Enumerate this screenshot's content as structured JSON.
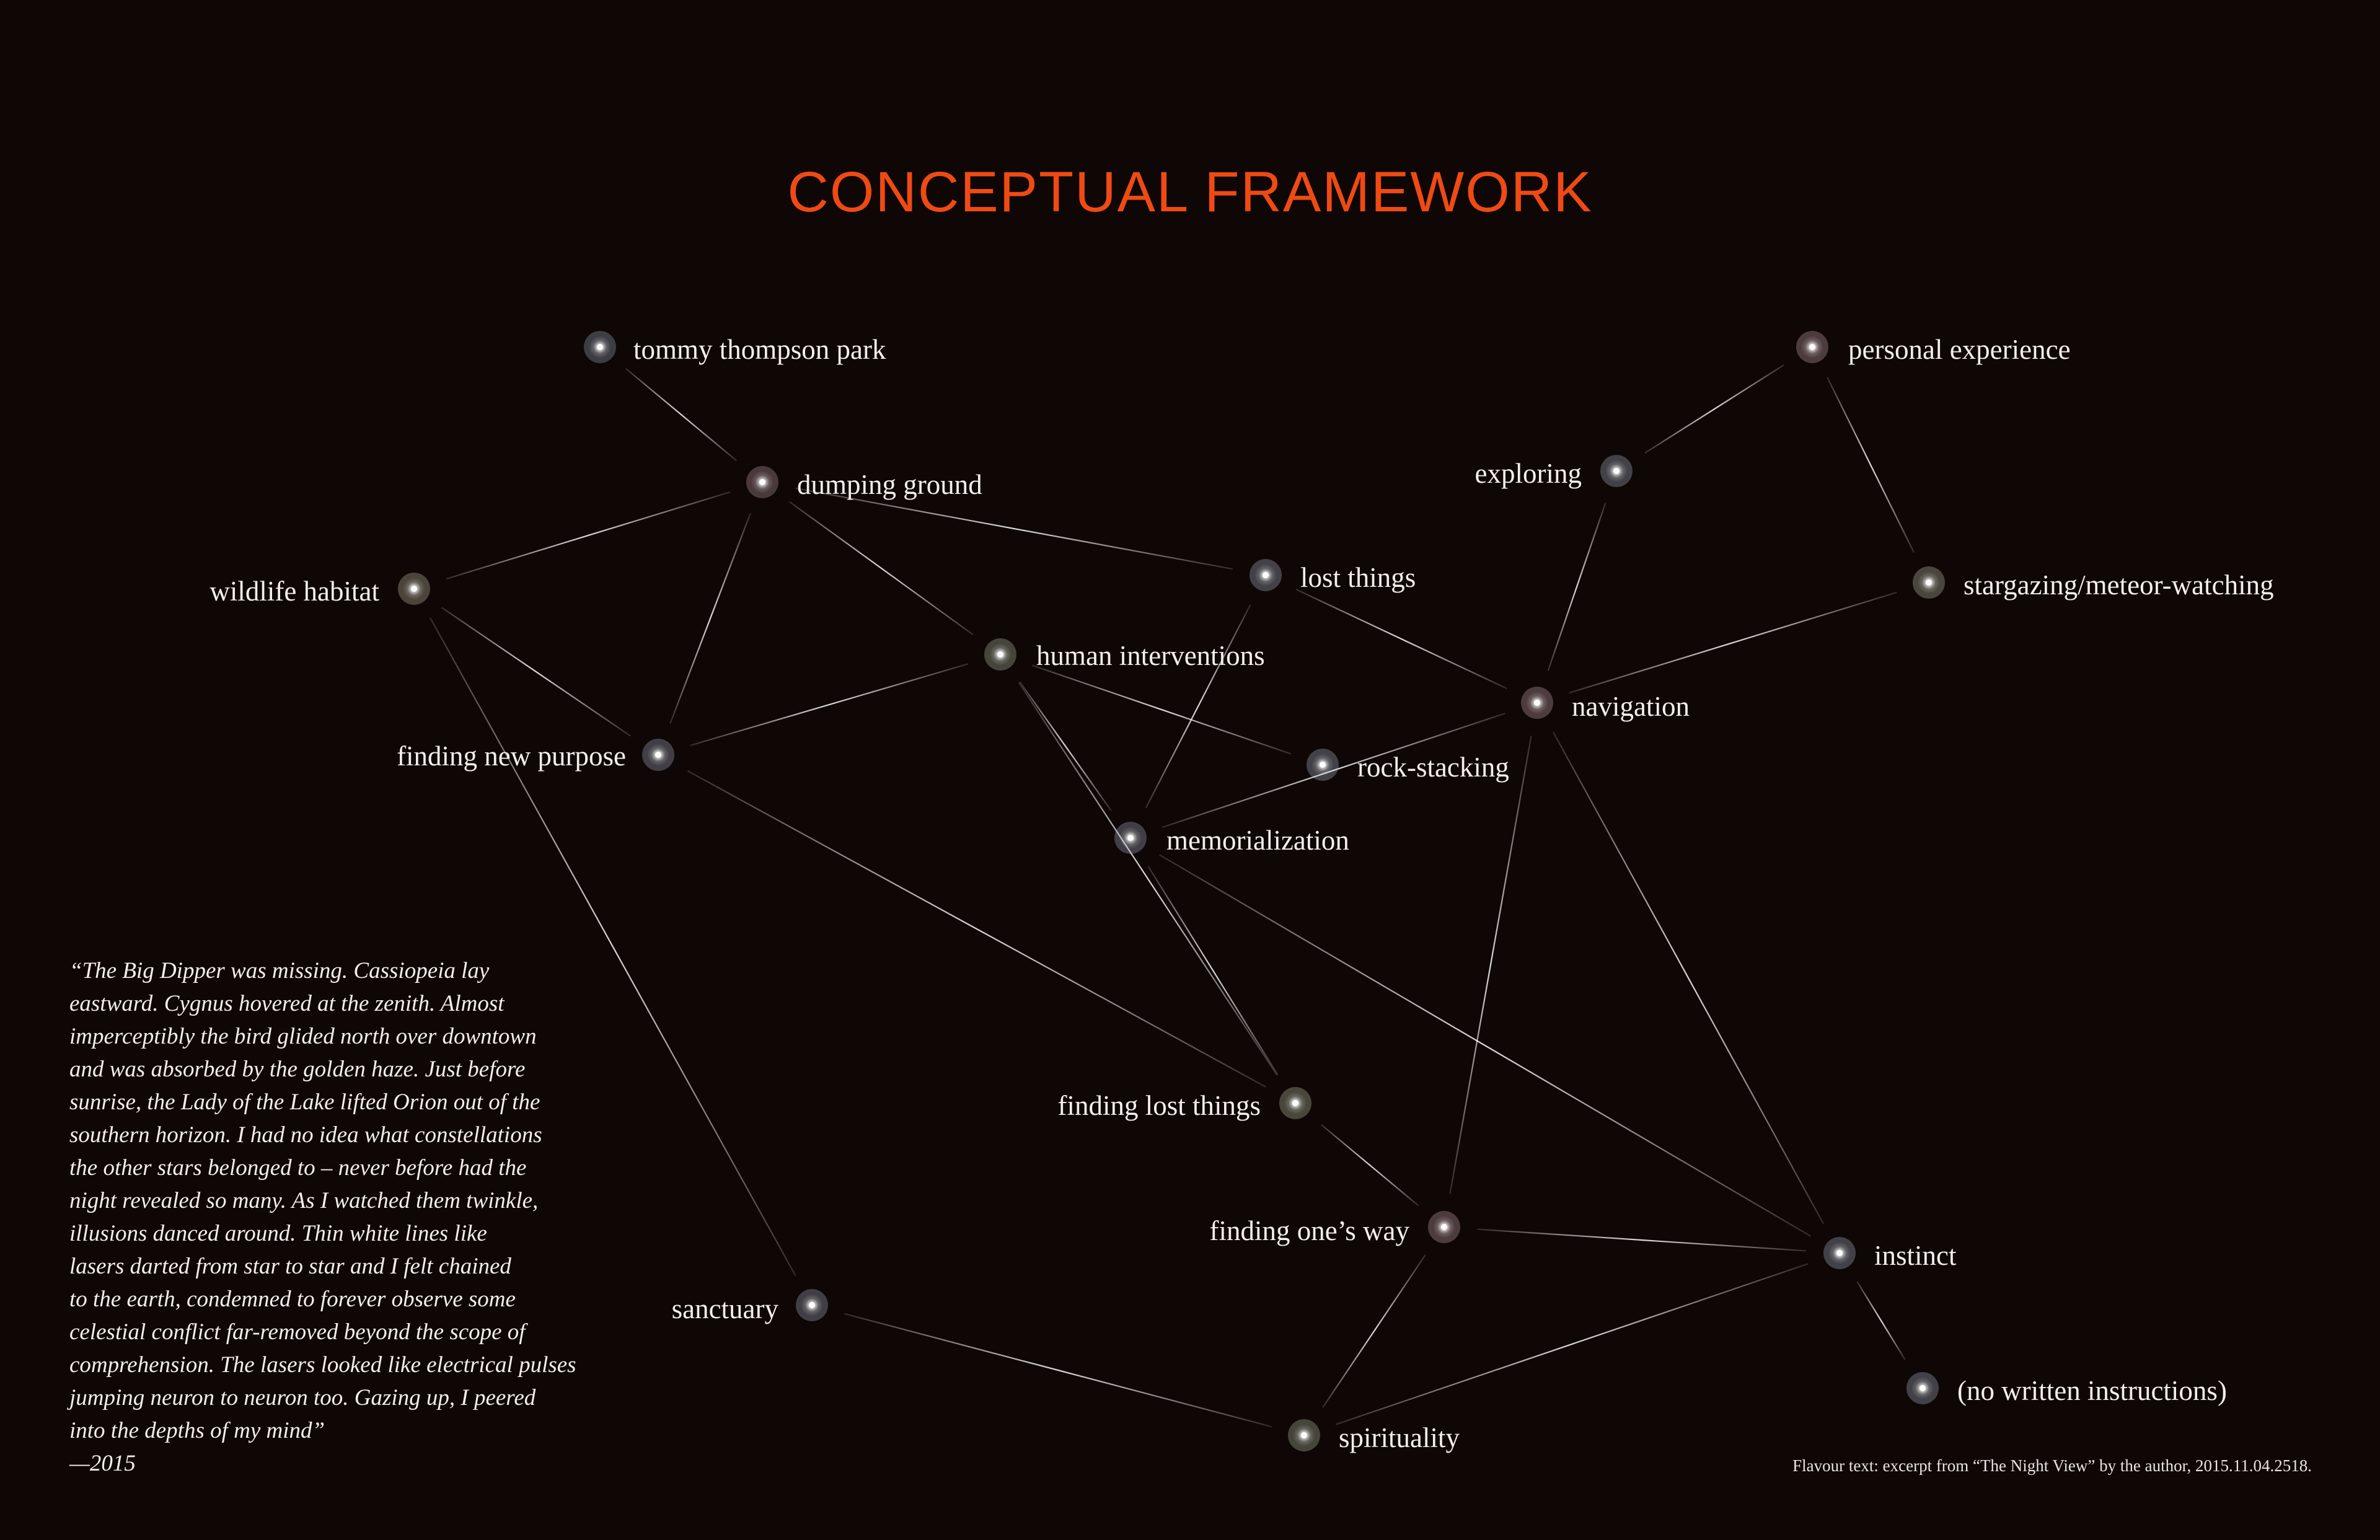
{
  "title": "CONCEPTUAL FRAMEWORK",
  "nodes": [
    {
      "id": "tommy",
      "label": "tommy thompson park",
      "color": "#b8c8e6"
    },
    {
      "id": "dumping",
      "label": "dumping ground",
      "color": "#e6bcc6"
    },
    {
      "id": "wildlife",
      "label": "wildlife habitat",
      "color": "#e6e2c2"
    },
    {
      "id": "newpurpose",
      "label": "finding new purpose",
      "color": "#c6d2ea"
    },
    {
      "id": "human",
      "label": "human interventions",
      "color": "#d6e6c6"
    },
    {
      "id": "lost",
      "label": "lost things",
      "color": "#c6d6f2"
    },
    {
      "id": "memorial",
      "label": "memorialization",
      "color": "#c6d2ea"
    },
    {
      "id": "rock",
      "label": "rock-stacking",
      "color": "#c6d6f2"
    },
    {
      "id": "navigation",
      "label": "navigation",
      "color": "#f2c6cc"
    },
    {
      "id": "exploring",
      "label": "exploring",
      "color": "#c6d6f2"
    },
    {
      "id": "personal",
      "label": "personal experience",
      "color": "#f2c6cc"
    },
    {
      "id": "stargazing",
      "label": "stargazing/meteor-watching",
      "color": "#e2ead2"
    },
    {
      "id": "findlost",
      "label": "finding lost things",
      "color": "#e2e8c8"
    },
    {
      "id": "oneway",
      "label": "finding one’s way",
      "color": "#f2c6cc"
    },
    {
      "id": "instinct",
      "label": "instinct",
      "color": "#c6d6f2"
    },
    {
      "id": "nowritten",
      "label": "(no written instructions)",
      "color": "#c6d6f2"
    },
    {
      "id": "sanctuary",
      "label": "sanctuary",
      "color": "#c6d2ea"
    },
    {
      "id": "spirituality",
      "label": "spirituality",
      "color": "#d6e6c6"
    }
  ],
  "quote_lines": [
    "“The Big Dipper was missing. Cassiopeia lay",
    "eastward. Cygnus hovered at the zenith. Almost",
    "imperceptibly the bird glided north over downtown",
    "and was absorbed by the golden haze. Just before",
    "sunrise, the Lady of the Lake lifted Orion out of the",
    "southern horizon. I had no idea what constellations",
    "the other stars belonged to – never before had the",
    "night revealed so many. As I watched them twinkle,",
    "illusions danced around. Thin white lines like",
    "lasers darted from star to star and I felt chained",
    "to the earth, condemned to forever observe some",
    "celestial conflict far-removed beyond the scope of",
    "comprehension. The lasers looked like electrical pulses",
    "jumping neuron to neuron too. Gazing up, I peered",
    "into the depths of my mind”",
    "—2015"
  ],
  "credit": "Flavour text: excerpt from “The Night View” by the author, 2015.11.04.2518."
}
